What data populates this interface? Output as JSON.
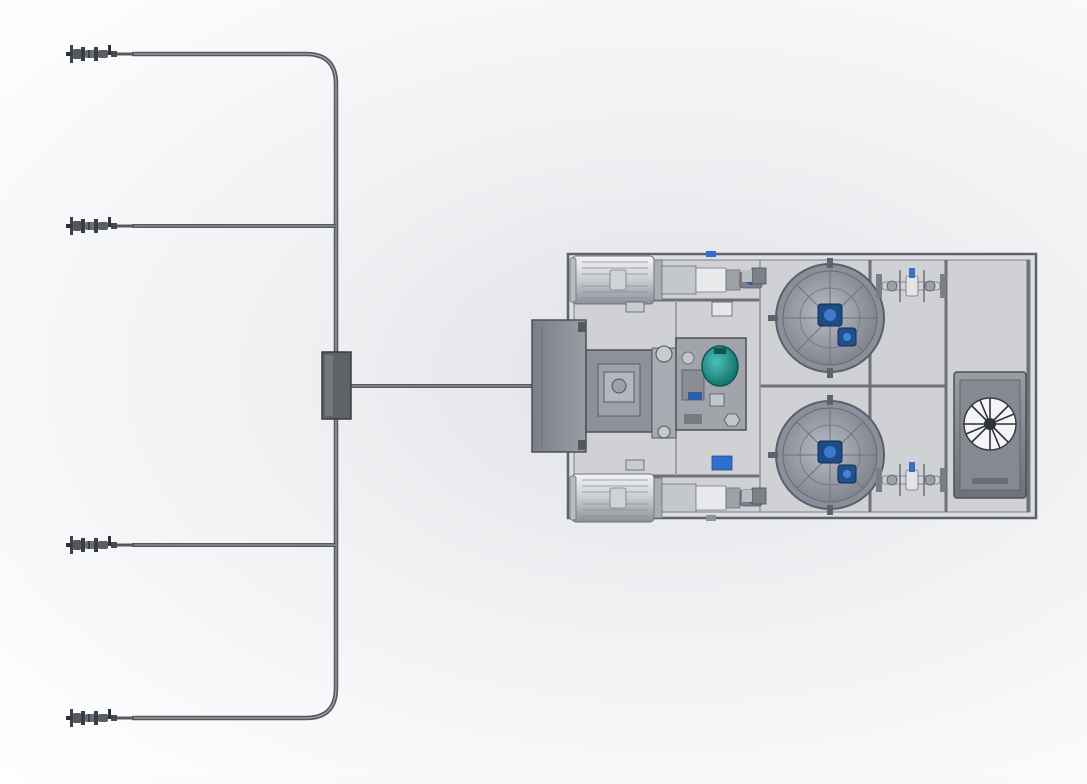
{
  "view": {
    "kind": "cad-top-view",
    "background": "#eef0f2",
    "colors": {
      "pipe": "#5a5c62",
      "pipe_highlight": "#9da0a8",
      "frame": "#6a6d75",
      "panel": "#8c8f97",
      "panel_dark": "#5b5e66",
      "steel_light": "#d7d9dd",
      "steel_mid": "#a4a7ae",
      "drum": "#9ea3ad",
      "motor_blue": "#1f4e8c",
      "teal_tank": "#1d8a86",
      "accent_blue": "#2e6fd0"
    }
  },
  "manifold": {
    "nozzle_count": 4,
    "junction_box": "manifold-junction-box"
  },
  "skid": {
    "components": [
      "electric-motor-top",
      "electric-motor-bottom",
      "centrifugal-blower-top",
      "centrifugal-blower-bottom",
      "control-cabinet",
      "gearbox-plate",
      "expansion-tank",
      "cooling-fan-unit",
      "valve-assembly-top",
      "valve-assembly-bottom"
    ]
  }
}
